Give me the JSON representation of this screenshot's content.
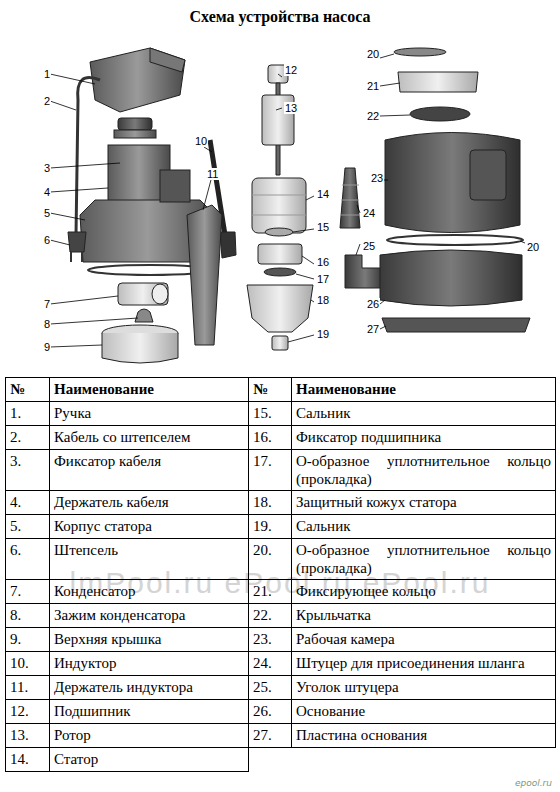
{
  "diagram": {
    "title": "Схема устройства насоса",
    "labels": [
      "1",
      "2",
      "3",
      "4",
      "5",
      "6",
      "7",
      "8",
      "9",
      "10",
      "11",
      "12",
      "13",
      "14",
      "15",
      "16",
      "17",
      "18",
      "19",
      "20",
      "21",
      "22",
      "23",
      "24",
      "25",
      "26",
      "27",
      "20",
      "№",
      "Наименование",
      "№",
      "Наименование",
      "1.",
      "Ручка",
      "15.",
      "Сальник",
      "2.",
      "Кабель со штепселем",
      "16.",
      "Фиксатор подшипника",
      "3.",
      "Фиксатор кабеля",
      "17.",
      "О-образное уплотнительное кольцо (прокладка)",
      "4.",
      "Держатель кабеля",
      "18.",
      "Защитный кожух статора",
      "5.",
      "Корпус статора",
      "19.",
      "Сальник",
      "6.",
      "Штепсель",
      "20.",
      "О-образное уплотнительное кольцо (прокладка)",
      "7.",
      "Конденсатор",
      "21.",
      "Фиксирующее кольцо",
      "8.",
      "Зажим конденсатора",
      "22.",
      "Крыльчатка",
      "9.",
      "Верхняя крышка",
      "23.",
      "Рабочая камера",
      "10.",
      "Индуктор",
      "24.",
      "Штуцер для присоединения шланга",
      "11.",
      "Держатель индуктора",
      "25.",
      "Уголок штуцера",
      "12.",
      "Подшипник",
      "26.",
      "Основание",
      "13.",
      "Ротор",
      "27.",
      "Пластина основания",
      "14.",
      "Статор",
      "lmPool.ru ePool.ru ePool.ru",
      "epool.ru"
    ]
  }
}
